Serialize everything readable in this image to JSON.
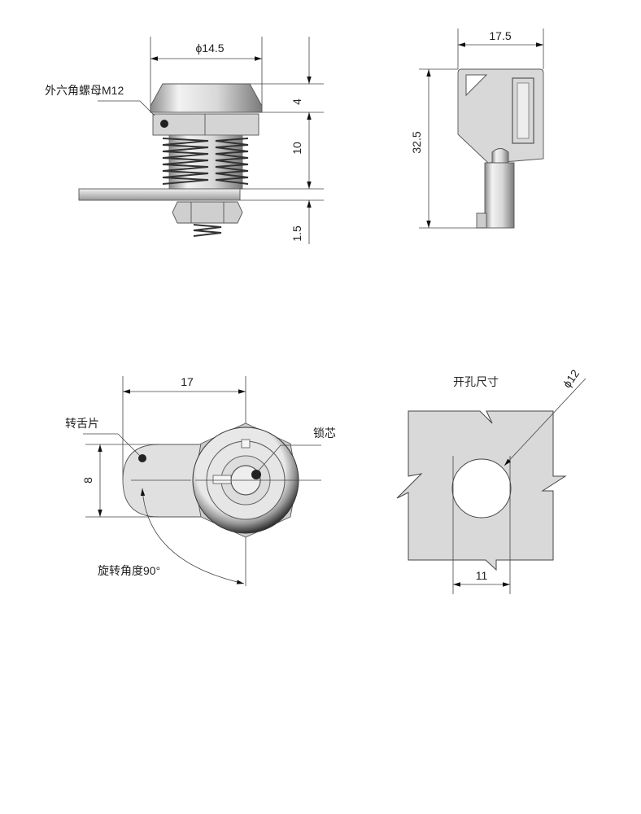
{
  "views": {
    "side_view": {
      "dim_diameter": "ϕ14.5",
      "dim_cap_height": "4",
      "dim_thread_length": "10",
      "dim_plate_thickness": "1.5",
      "label_hex_nut": "外六角螺母M12"
    },
    "key_view": {
      "dim_width": "17.5",
      "dim_length": "32.5"
    },
    "front_view": {
      "dim_cam_length": "17",
      "dim_cam_width": "8",
      "label_cam": "转舌片",
      "label_core": "锁芯",
      "label_rotation": "旋转角度90°"
    },
    "cutout_view": {
      "label_title": "开孔尺寸",
      "dim_diameter": "ϕ12",
      "dim_flat": "11"
    }
  },
  "colors": {
    "plate_gray": "#d9d9d9",
    "line": "#333333"
  }
}
